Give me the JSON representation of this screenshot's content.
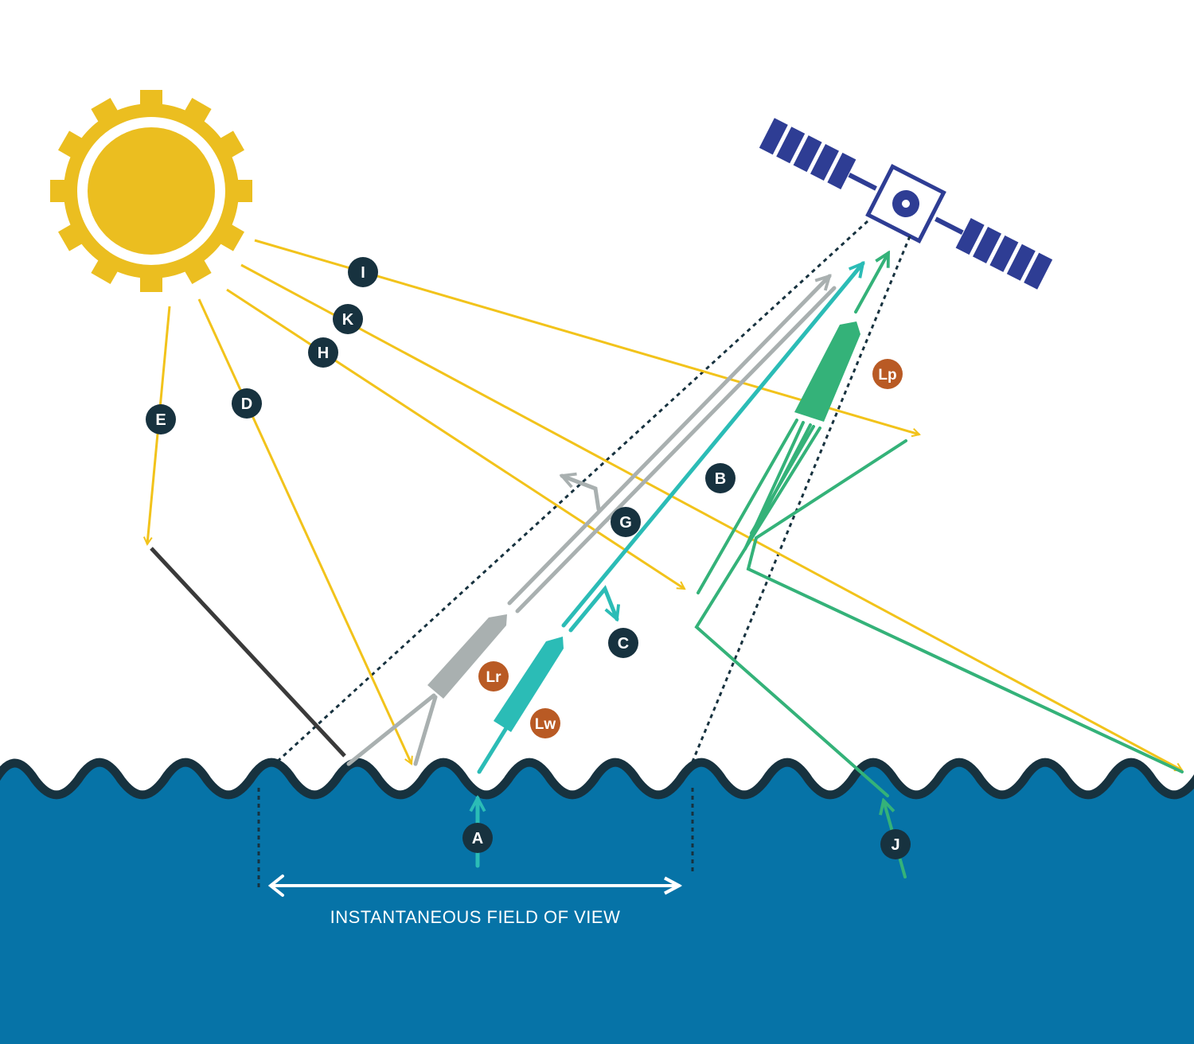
{
  "colors": {
    "sun": "#ebbe20",
    "ray": "#f2c31b",
    "satellite": "#2e3d94",
    "water": "#0673a7",
    "wave": "#17323f",
    "badge": "#17323f",
    "radiance_badge": "#b95a24",
    "gray_path": "#a9b0b0",
    "teal_path": "#2bbcb6",
    "green_path": "#34b279",
    "dark_path": "#3a3a3a"
  },
  "icons": {
    "sun": "sun-icon",
    "satellite": "satellite-icon"
  },
  "labels": {
    "A": "A",
    "B": "B",
    "C": "C",
    "D": "D",
    "E": "E",
    "G": "G",
    "H": "H",
    "I": "I",
    "J": "J",
    "K": "K"
  },
  "radiance": {
    "Lr": "Lr",
    "Lw": "Lw",
    "Lp": "Lp"
  },
  "ifov_label": "INSTANTANEOUS FIELD OF VIEW"
}
